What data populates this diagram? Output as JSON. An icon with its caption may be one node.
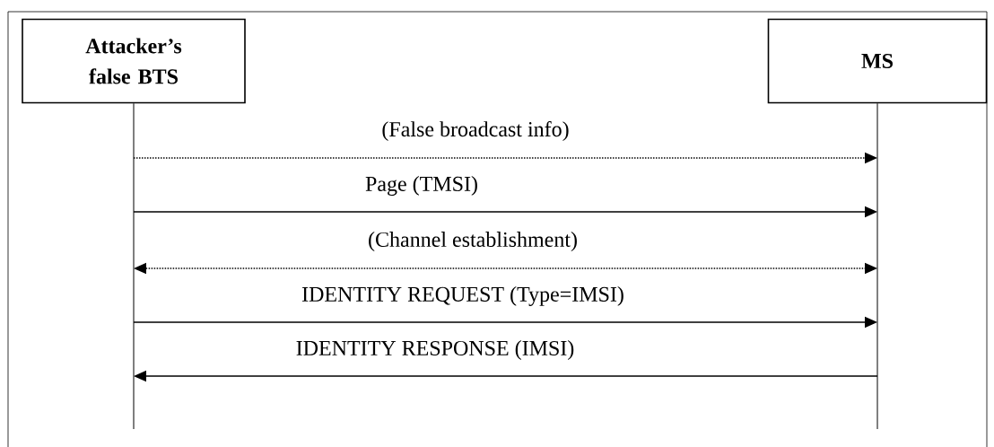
{
  "diagram": {
    "nodes": [
      {
        "text": [
          "Attacker’s false BTS"
        ]
      },
      {
        "text": [
          "MS"
        ]
      }
    ],
    "edges": [
      {
        "from": 0,
        "to": 1,
        "arrow": "to",
        "label": "(False broadcast info)",
        "style": "dashed"
      },
      {
        "from": 0,
        "to": 1,
        "arrow": "to",
        "label": "Page (TMSI)"
      },
      {
        "from": 0,
        "to": 1,
        "arrow": "both",
        "label": "(Channel establishment)",
        "style": "dashed"
      },
      {
        "from": 0,
        "to": 1,
        "arrow": "to",
        "label": "IDENTITY REQUEST (Type=IMSI)"
      },
      {
        "from": 1,
        "to": 0,
        "arrow": "to",
        "label": "IDENTITY RESPONSE (IMSI)"
      }
    ]
  }
}
